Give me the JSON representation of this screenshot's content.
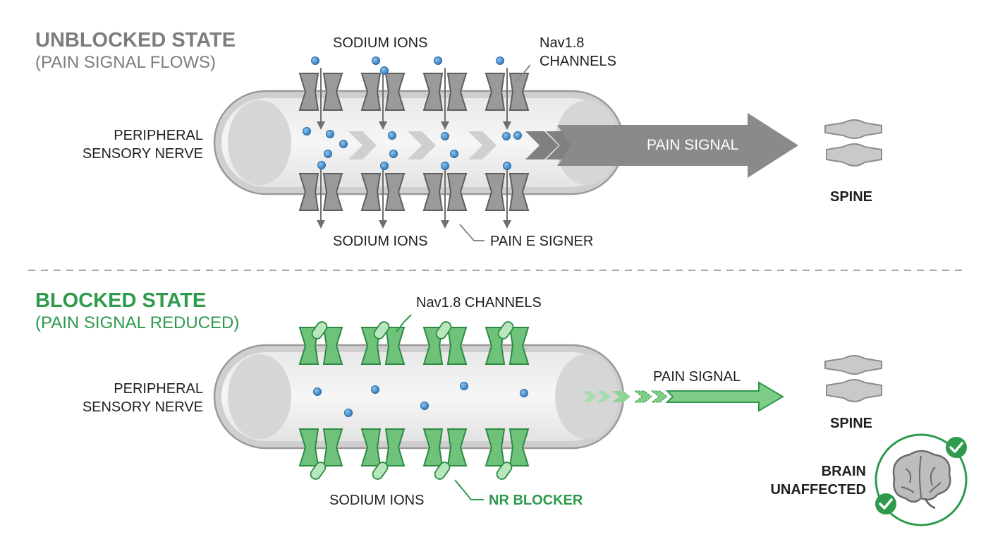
{
  "sections": {
    "unblocked": {
      "title": "UNBLOCKED STATE",
      "subtitle": "(PAIN SIGNAL FLOWS)",
      "nerve_label": [
        "PERIPHERAL",
        "SENSORY NERVE"
      ],
      "sodium_top": "SODIUM IONS",
      "channels_label": [
        "Nav1.8",
        "CHANNELS"
      ],
      "sodium_bottom": "SODIUM IONS",
      "extra_label": "PAIN E SIGNER",
      "signal_label": "PAIN SIGNAL",
      "spine_label": "SPINE"
    },
    "blocked": {
      "title": "BLOCKED STATE",
      "subtitle": "(PAIN SIGNAL REDUCED)",
      "nerve_label": [
        "PERIPHERAL",
        "SENSORY NERVE"
      ],
      "channels_label": "Nav1.8 CHANNELS",
      "sodium_bottom": "SODIUM IONS",
      "blocker_label": "NR BLOCKER",
      "signal_label": "PAIN SIGNAL",
      "spine_label": "SPINE",
      "brain_label": [
        "BRAIN",
        "UNAFFECTED"
      ]
    }
  },
  "colors": {
    "gray_title": "#7d7d7d",
    "green": "#2e9a4b",
    "green_light": "#7dcc88",
    "ion_blue": "#4a90c9",
    "channel_gray": "#8f8f8f",
    "signal_gray": "#8a8a8a"
  },
  "icons": [
    "sodium-ion-icon",
    "nav18-channel-icon",
    "blocker-pill-icon",
    "spine-vertebra-icon",
    "brain-icon",
    "check-icon"
  ]
}
